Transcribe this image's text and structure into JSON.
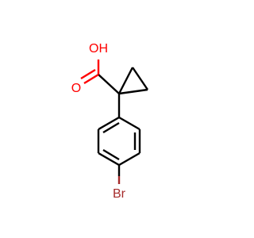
{
  "atoms": {
    "hydroxyl": "OH",
    "carbonyl_oxygen": "O",
    "bromine": "Br"
  },
  "colors": {
    "bond": "#000000",
    "oxygen": "#ff0000",
    "bromine": "#a52a2a",
    "background": "#ffffff"
  }
}
